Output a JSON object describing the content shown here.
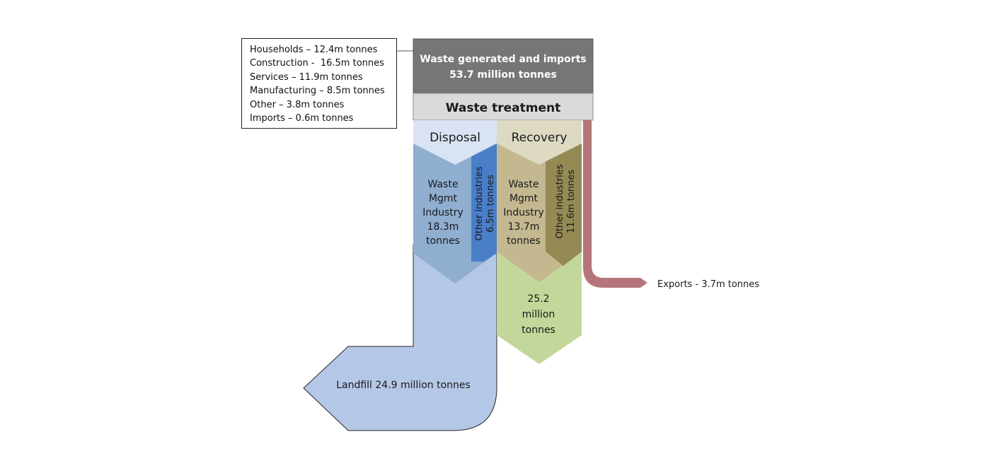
{
  "sources": [
    "Households – 12.4m tonnes",
    "Construction -  16.5m tonnes",
    "Services – 11.9m tonnes",
    "Manufacturing – 8.5m tonnes",
    "Other – 3.8m tonnes",
    "Imports – 0.6m tonnes"
  ],
  "header": {
    "line1": "Waste generated and imports",
    "line2": "53.7 million tonnes",
    "treatment": "Waste treatment"
  },
  "disposal": {
    "label": "Disposal",
    "wmi": [
      "Waste",
      "Mgmt",
      "Industry",
      "18.3m",
      "tonnes"
    ],
    "other": [
      "Other industries",
      "6.5m tonnes"
    ],
    "landfill": "Landfill 24.9 million tonnes"
  },
  "recovery": {
    "label": "Recovery",
    "wmi": [
      "Waste",
      "Mgmt",
      "Industry",
      "13.7m",
      "tonnes"
    ],
    "other": [
      "Other industries",
      "11.6m tonnes"
    ],
    "total": [
      "25.2",
      "million",
      "tonnes"
    ]
  },
  "exports": "Exports - 3.7m tonnes",
  "colors": {
    "header": "#767676",
    "treatment": "#d9d9d9",
    "disposal_label": "#dae3f3",
    "disposal_wmi": "#8faed0",
    "disposal_other": "#4a7ec8",
    "landfill": "#b4c7e7",
    "recovery_label": "#ddd9c3",
    "recovery_wmi": "#c4b890",
    "recovery_other": "#948a54",
    "recovery_total": "#c4d79b",
    "exports": "#b5757a"
  }
}
